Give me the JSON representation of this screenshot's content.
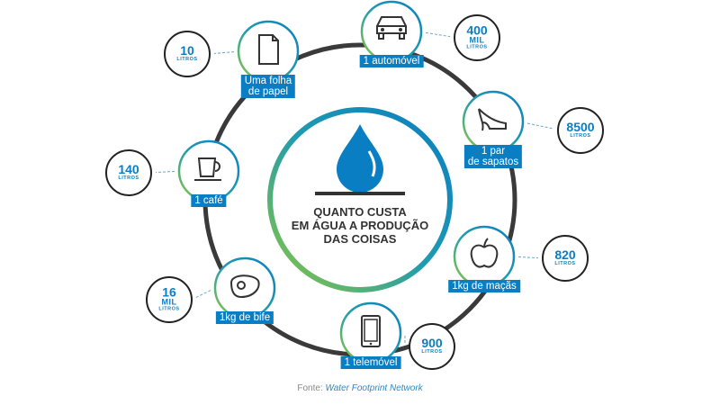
{
  "title_lines": [
    "QUANTO CUSTA",
    "EM ÁGUA A PRODUÇÃO",
    "DAS COISAS"
  ],
  "items": [
    {
      "icon": "paper-icon",
      "label": [
        "Uma folha",
        "de papel"
      ],
      "value": "10",
      "unit": [
        "LITROS"
      ]
    },
    {
      "icon": "car-icon",
      "label": [
        "1 automóvel"
      ],
      "value": "400",
      "unit": [
        "MIL",
        "LITROS"
      ]
    },
    {
      "icon": "shoe-icon",
      "label": [
        "1 par",
        "de sapatos"
      ],
      "value": "8500",
      "unit": [
        "LITROS"
      ]
    },
    {
      "icon": "coffee-icon",
      "label": [
        "1 café"
      ],
      "value": "140",
      "unit": [
        "LITROS"
      ]
    },
    {
      "icon": "apple-icon",
      "label": [
        "1kg de maçãs"
      ],
      "value": "820",
      "unit": [
        "LITROS"
      ]
    },
    {
      "icon": "phone-icon",
      "label": [
        "1 telemóvel"
      ],
      "value": "900",
      "unit": [
        "LITROS"
      ]
    },
    {
      "icon": "steak-icon",
      "label": [
        "1kg de bife"
      ],
      "value": "16",
      "unit": [
        "MIL",
        "LITROS"
      ]
    }
  ],
  "source": {
    "prefix": "Fonte: ",
    "name": "Water Footprint Network"
  },
  "colors": {
    "blue": "#0a7ec2",
    "green": "#8cc63f",
    "ring": "#3a3a3a"
  }
}
